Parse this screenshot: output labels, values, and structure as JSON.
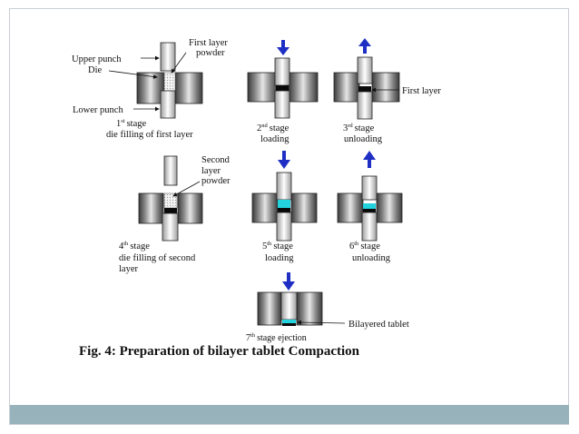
{
  "figure": {
    "caption": "Fig. 4: Preparation of bilayer tablet Compaction"
  },
  "labels": {
    "upper_punch": "Upper punch",
    "die": "Die",
    "lower_punch": "Lower punch",
    "first_layer_powder_1": "First layer",
    "first_layer_powder_2": "powder",
    "first_layer": "First layer",
    "second_layer_powder_1": "Second",
    "second_layer_powder_2": "layer",
    "second_layer_powder_3": "powder",
    "bilayered_tablet": "Bilayered tablet"
  },
  "stages": [
    {
      "num": "1",
      "sup": "st",
      "word": "stage",
      "desc": [
        "die filling of first layer"
      ]
    },
    {
      "num": "2",
      "sup": "nd",
      "word": "stage",
      "desc": [
        "loading"
      ]
    },
    {
      "num": "3",
      "sup": "rd",
      "word": "stage",
      "desc": [
        "unloading"
      ]
    },
    {
      "num": "4",
      "sup": "th",
      "word": "stage",
      "desc": [
        "die filling of second",
        "layer"
      ]
    },
    {
      "num": "5",
      "sup": "th",
      "word": "stage",
      "desc": [
        "loading"
      ]
    },
    {
      "num": "6",
      "sup": "th",
      "word": "stage",
      "desc": [
        "unloading"
      ]
    },
    {
      "num": "7",
      "sup": "th",
      "word": "stage ejection",
      "desc": []
    }
  ],
  "colors": {
    "arrow": "#1f2fc4",
    "first_layer": "#0a0a0a",
    "second_layer": "#22d3dd",
    "footer": "#97b2ba"
  }
}
